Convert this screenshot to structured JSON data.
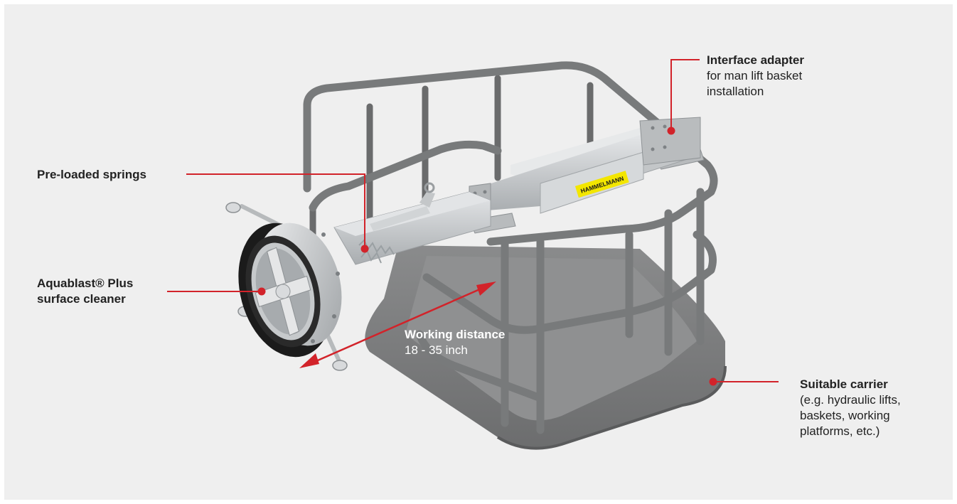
{
  "colors": {
    "background": "#efefef",
    "basket": "#7d7e7f",
    "basket_dark": "#5f6061",
    "steel": "#c9ccce",
    "accent_red": "#d2232a",
    "brand_yellow": "#f3e600"
  },
  "brand": {
    "sticker_text": "HAMMELMANN"
  },
  "callouts": {
    "interface_adapter": {
      "title": "Interface adapter",
      "line1": "for man lift basket",
      "line2": "installation"
    },
    "springs": {
      "title": "Pre-loaded springs"
    },
    "cleaner": {
      "title_line1": "Aquablast® Plus",
      "title_line2": "surface cleaner"
    },
    "working_distance": {
      "title": "Working distance",
      "value": "18 - 35 inch"
    },
    "carrier": {
      "title": "Suitable carrier",
      "line1": "(e.g. hydraulic lifts,",
      "line2": "baskets, working",
      "line3": "platforms, etc.)"
    }
  }
}
